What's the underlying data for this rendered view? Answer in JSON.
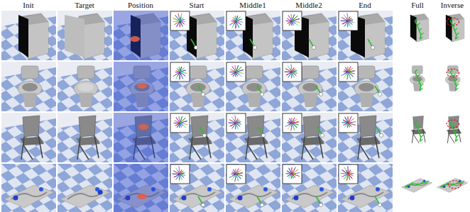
{
  "diagram": {
    "labels": [
      "Init",
      "Target",
      "Position",
      "Start",
      "Middle1",
      "Middle2",
      "End",
      "Full",
      "Inverse"
    ]
  }
}
